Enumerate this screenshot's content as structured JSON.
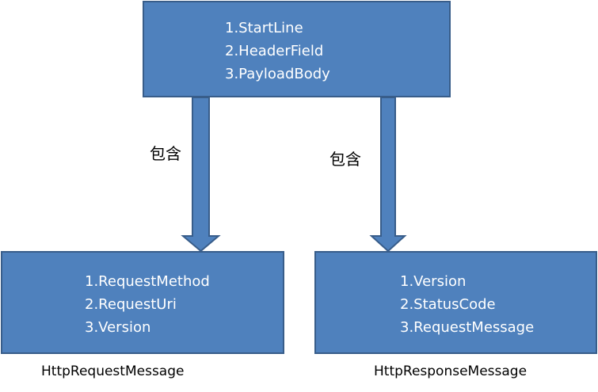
{
  "colors": {
    "box_fill": "#4f81bd",
    "box_stroke": "#385d8a",
    "text_on_box": "#ffffff"
  },
  "top_box": {
    "lines": [
      "1.StartLine",
      "2.HeaderField",
      "3.PayloadBody"
    ]
  },
  "request_box": {
    "lines": [
      "1.RequestMethod",
      "2.RequestUri",
      "3.Version"
    ],
    "caption": "HttpRequestMessage"
  },
  "response_box": {
    "lines": [
      "1.Version",
      "2.StatusCode",
      "3.RequestMessage"
    ],
    "caption": "HttpResponseMessage"
  },
  "edges": {
    "left_label": "包含",
    "right_label": "包含"
  }
}
